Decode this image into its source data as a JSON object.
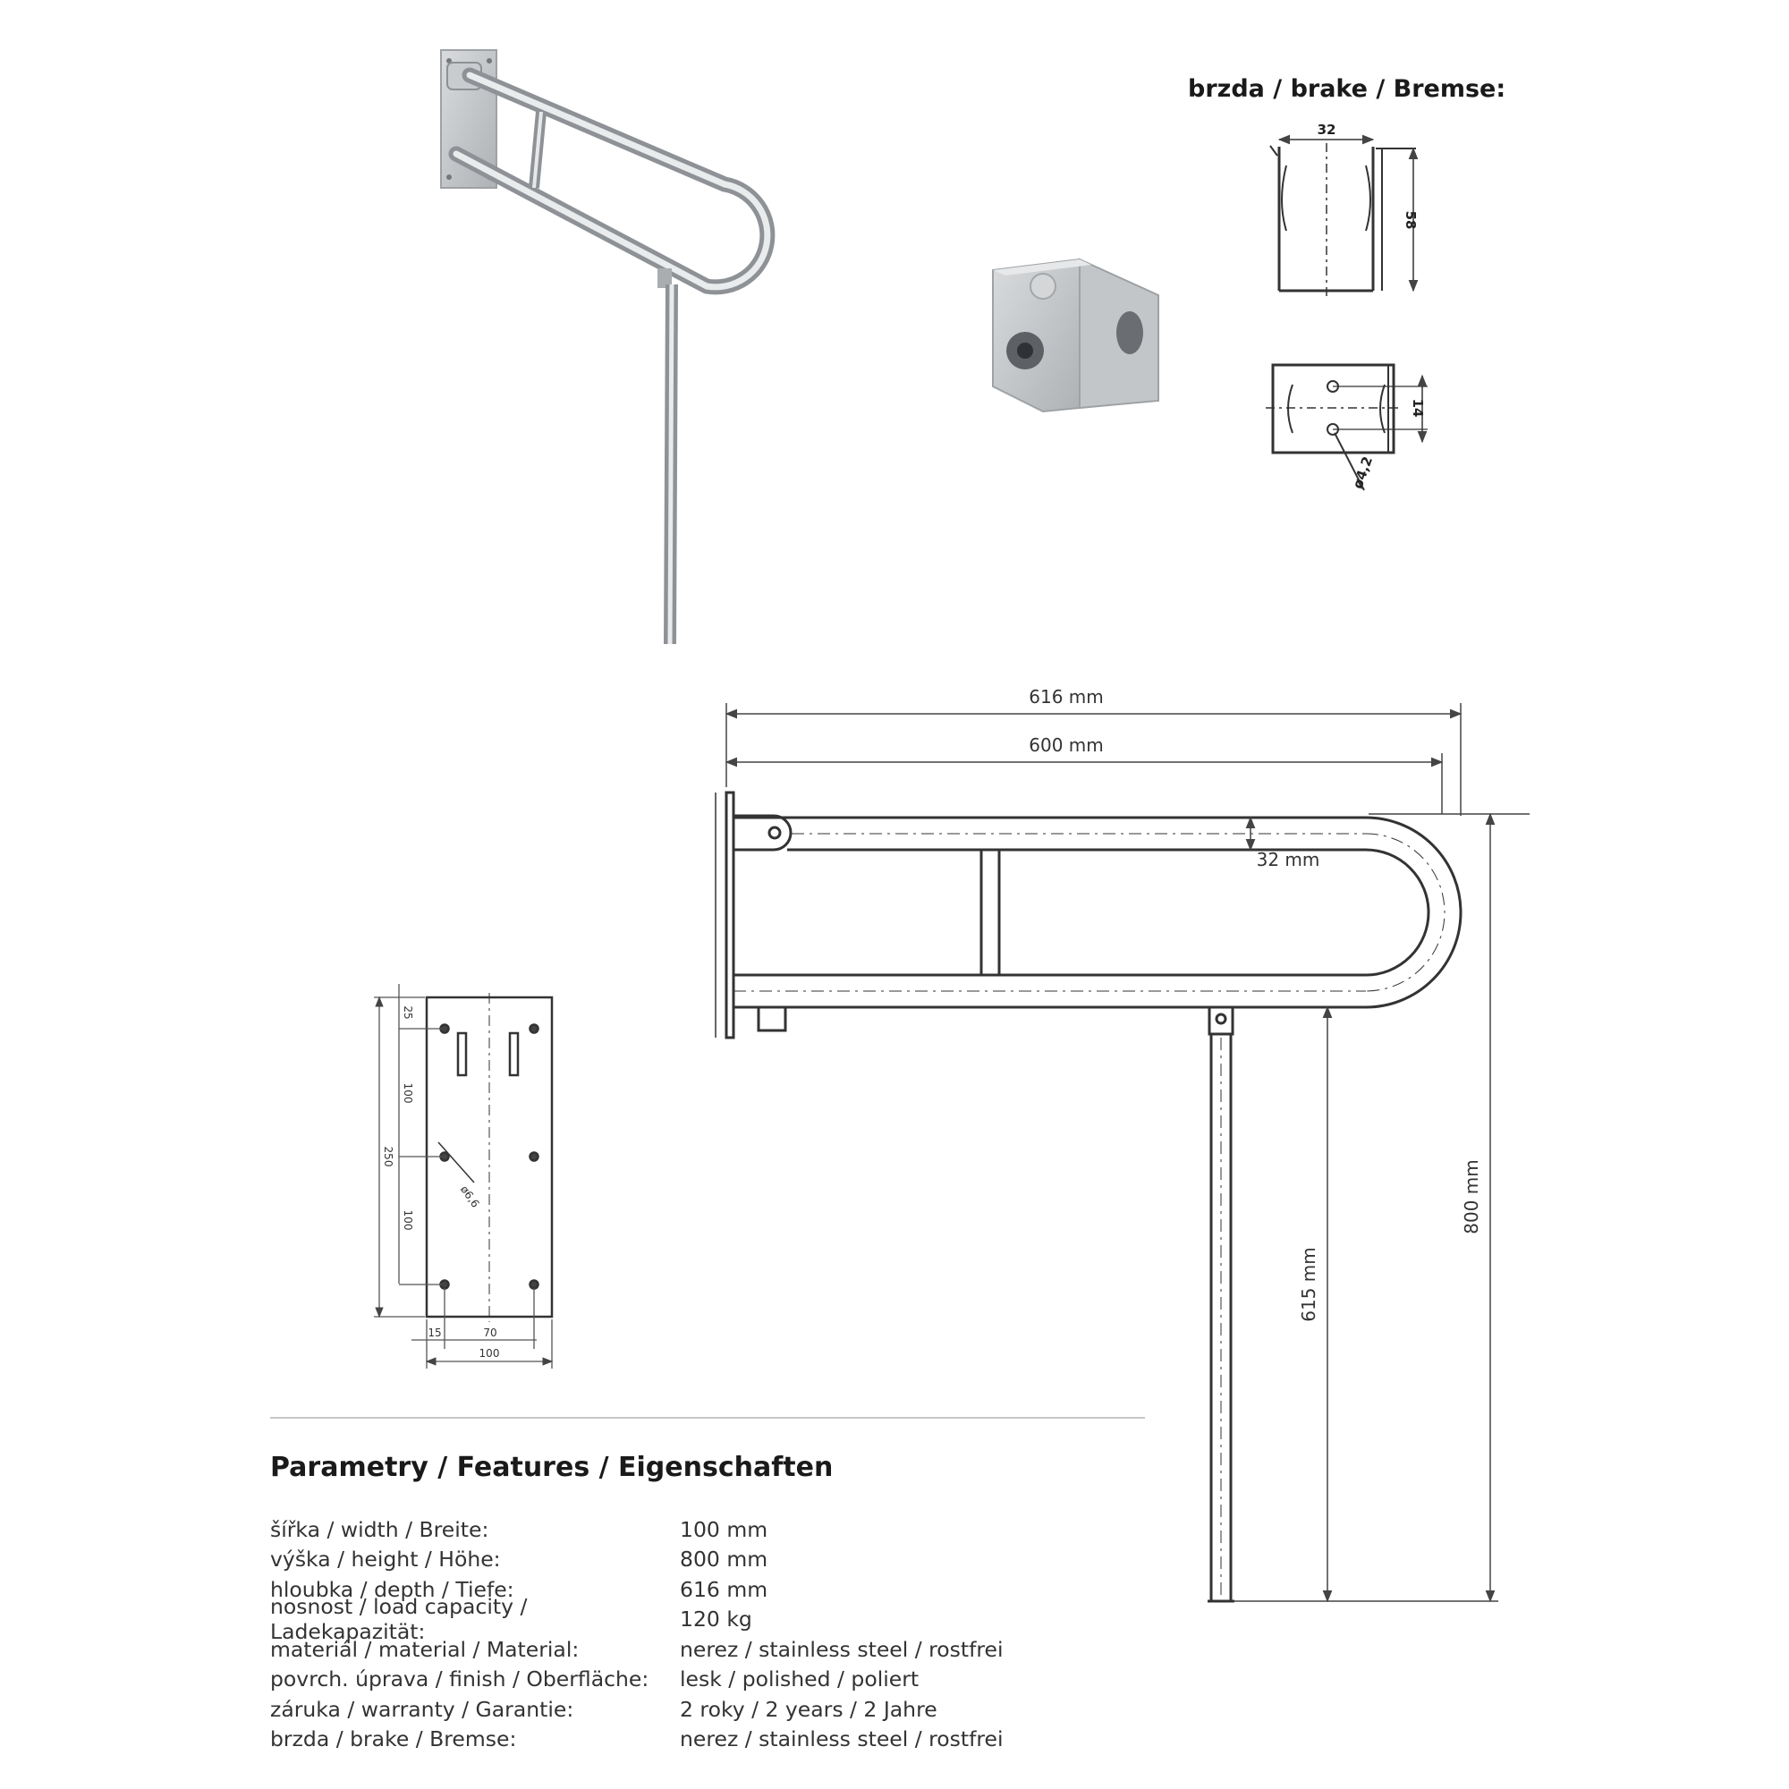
{
  "brake_heading": "brzda / brake / Bremse:",
  "brake_dims": {
    "width": "32",
    "height": "58",
    "spacing": "14",
    "hole": "ø4,2"
  },
  "main_dims": {
    "overall_depth": "616 mm",
    "rail_length": "600 mm",
    "tube_diameter": "32 mm",
    "leg_height": "615 mm",
    "total_height": "800 mm"
  },
  "plate_dims": {
    "top_offset": "25",
    "upper_pitch": "100",
    "lower_pitch": "100",
    "total_height": "250",
    "hole": "ø6,6",
    "side_offset": "15",
    "hole_spacing": "70",
    "total_width": "100"
  },
  "features": {
    "title": "Parametry / Features / Eigenschaften",
    "rows": [
      {
        "label": "šířka / width / Breite:",
        "value": "100 mm"
      },
      {
        "label": "výška / height / Höhe:",
        "value": "800 mm"
      },
      {
        "label": "hloubka / depth / Tiefe:",
        "value": "616 mm"
      },
      {
        "label": "nosnost / load capacity / Ladekapazität:",
        "value": "120 kg"
      },
      {
        "label": "materiál / material / Material:",
        "value": "nerez / stainless steel / rostfrei"
      },
      {
        "label": "povrch. úprava / finish / Oberfläche:",
        "value": "lesk / polished / poliert"
      },
      {
        "label": "záruka / warranty / Garantie:",
        "value": "2 roky / 2 years / 2 Jahre"
      },
      {
        "label": "brzda / brake / Bremse:",
        "value": "nerez / stainless steel / rostfrei"
      }
    ]
  },
  "colors": {
    "line": "#3a3a3a",
    "steel": "#b9bcbf",
    "steel_dark": "#8c9094",
    "steel_light": "#e4e6e8"
  }
}
